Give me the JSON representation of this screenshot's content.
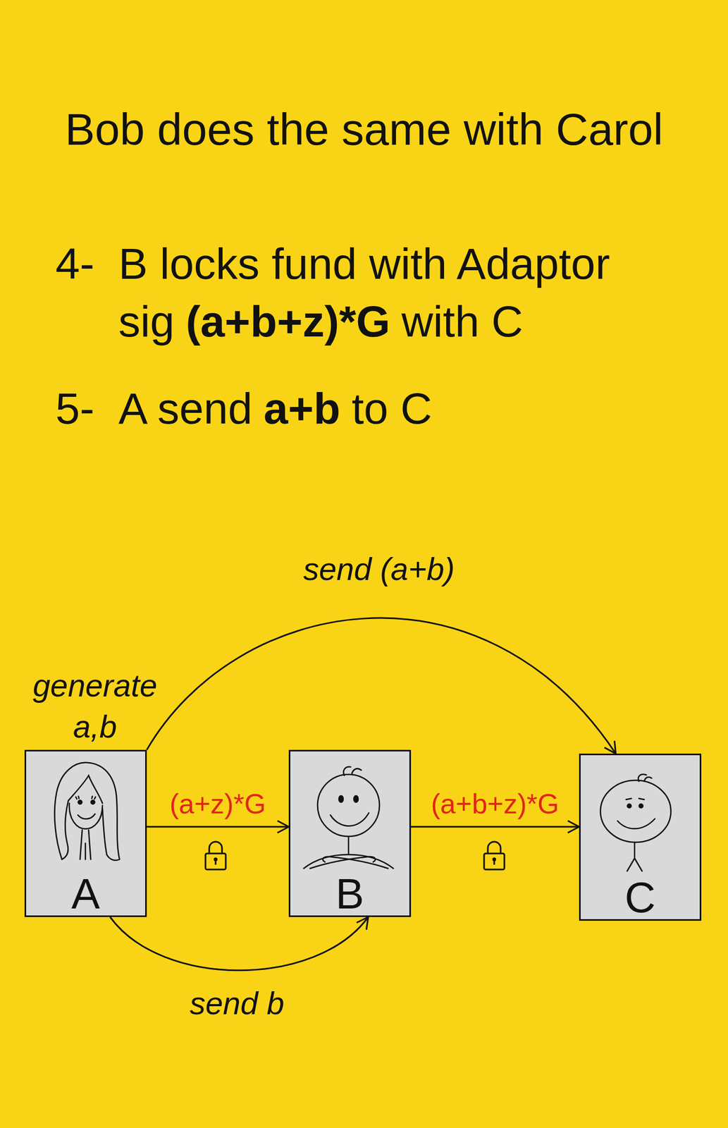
{
  "diagram": {
    "title": "Bob does the same with Carol",
    "nodes": [
      {
        "text": [
          "A"
        ]
      },
      {
        "text": [
          "B"
        ]
      },
      {
        "text": [
          "C"
        ]
      }
    ],
    "edges": [
      {
        "from": 0,
        "to": 1,
        "arrow": "to",
        "label": "(a+z)*G"
      },
      {
        "from": 1,
        "to": 2,
        "arrow": "to",
        "label": "(a+b+z)*G"
      },
      {
        "from": 0,
        "to": 1,
        "arrow": "to",
        "label": "send b"
      },
      {
        "from": 0,
        "to": 2,
        "arrow": "to",
        "label": "send (a+b)"
      }
    ],
    "labels": [
      "4-",
      "B locks fund with Adaptor sig",
      "(a+b+z)*G",
      "with C",
      "5-",
      "A send",
      "a+b",
      "to C",
      "generate a,b"
    ]
  }
}
